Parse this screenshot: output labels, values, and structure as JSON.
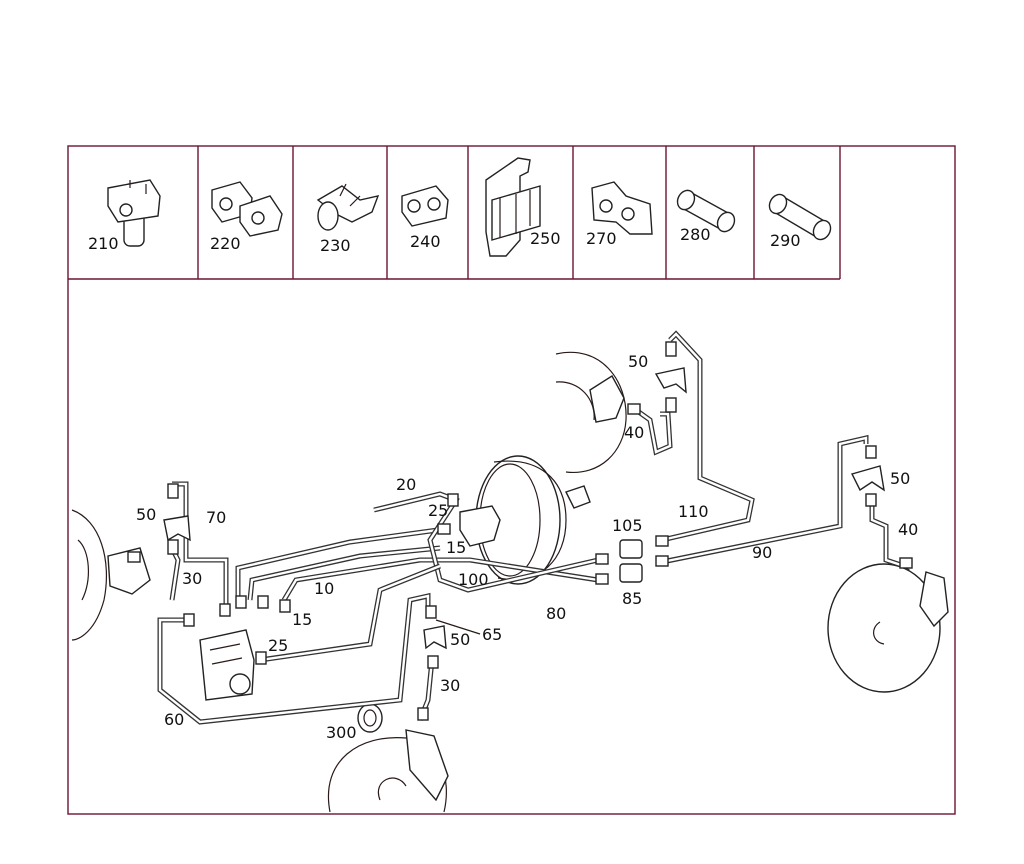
{
  "header_parts": [
    {
      "id": "part-210",
      "label": "210"
    },
    {
      "id": "part-220",
      "label": "220"
    },
    {
      "id": "part-230",
      "label": "230"
    },
    {
      "id": "part-240",
      "label": "240"
    },
    {
      "id": "part-250",
      "label": "250"
    },
    {
      "id": "part-270",
      "label": "270"
    },
    {
      "id": "part-280",
      "label": "280"
    },
    {
      "id": "part-290",
      "label": "290"
    }
  ],
  "callouts": {
    "c10": "10",
    "c15a": "15",
    "c15b": "15",
    "c20": "20",
    "c25a": "25",
    "c25b": "25",
    "c30a": "30",
    "c30b": "30",
    "c40a": "40",
    "c40b": "40",
    "c50a": "50",
    "c50b": "50",
    "c50c": "50",
    "c50d": "50",
    "c60": "60",
    "c65": "65",
    "c70": "70",
    "c80": "80",
    "c85": "85",
    "c90": "90",
    "c100": "100",
    "c105": "105",
    "c110": "110",
    "c300": "300"
  },
  "colors": {
    "frame": "#6b1530",
    "line": "#2a1a1a"
  }
}
